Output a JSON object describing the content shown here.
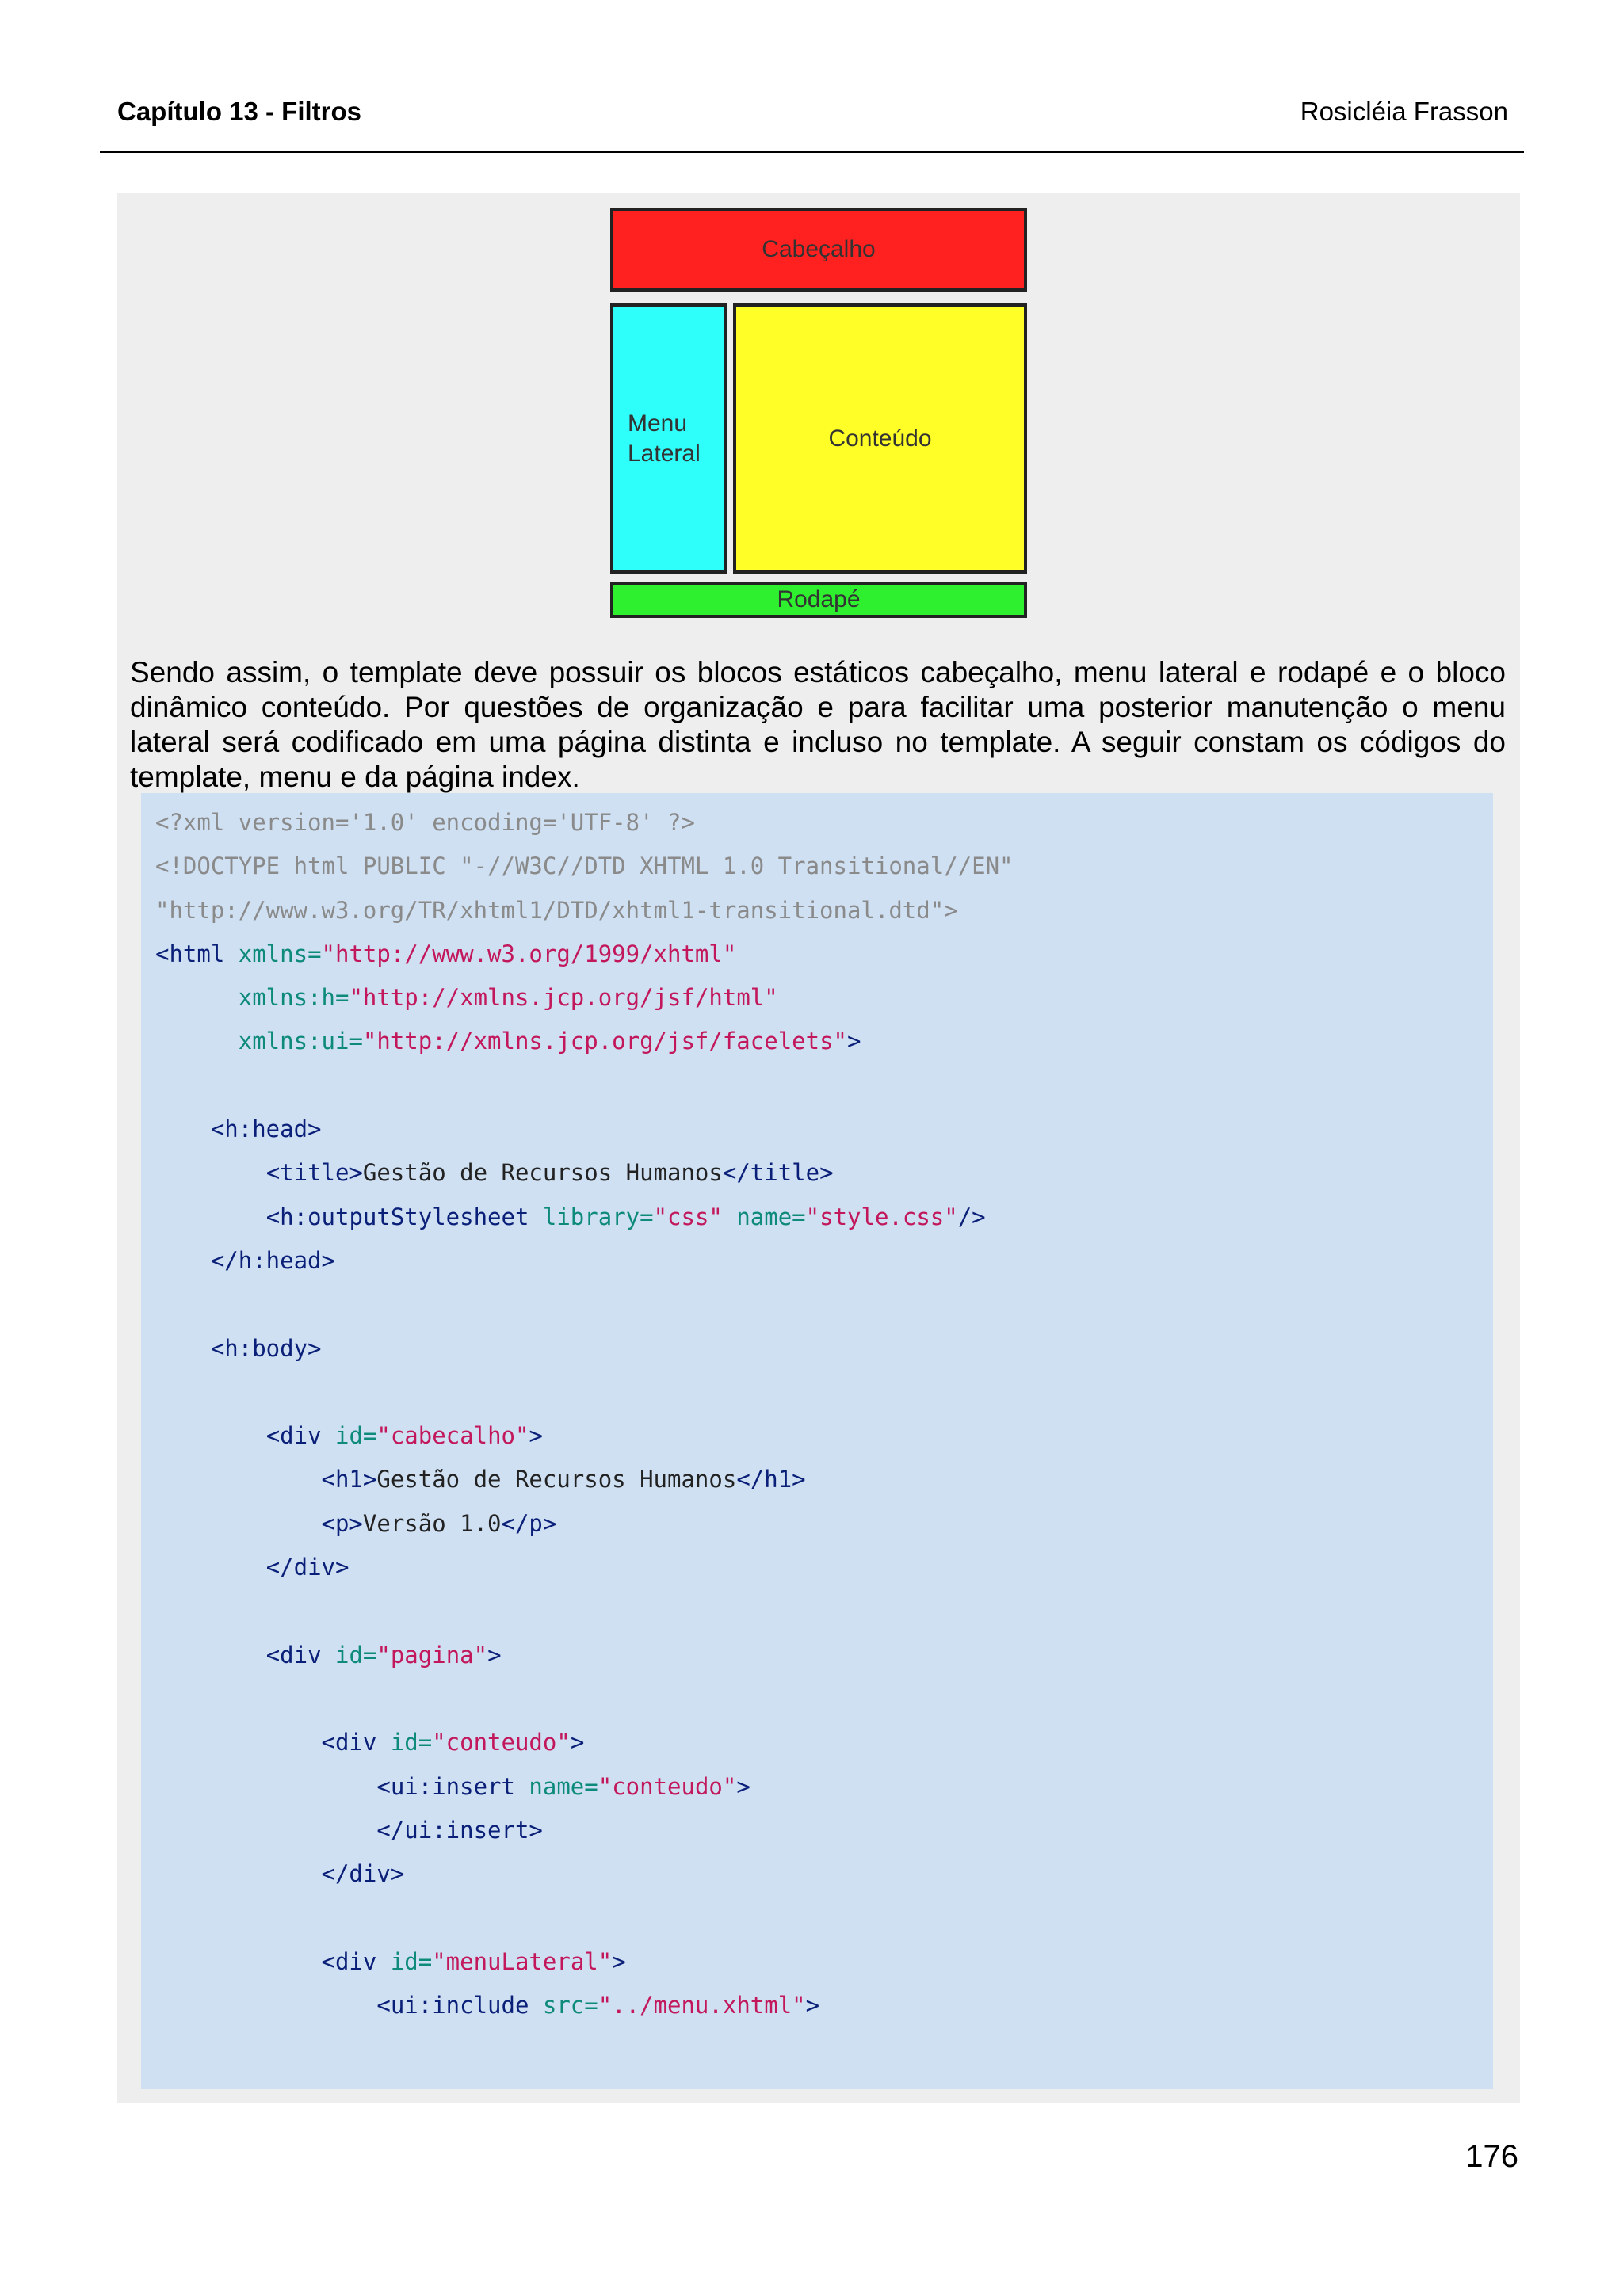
{
  "header": {
    "chapter": "Capítulo 13 - Filtros",
    "author": "Rosicléia Frasson"
  },
  "diagram": {
    "header_label": "Cabeçalho",
    "menu_label_line1": "Menu",
    "menu_label_line2": "Lateral",
    "content_label": "Conteúdo",
    "footer_label": "Rodapé"
  },
  "intro_text": "Sendo assim, o template deve possuir os blocos estáticos cabeçalho, menu lateral e rodapé e o bloco dinâmico conteúdo. Por questões de organização e para facilitar uma posterior manutenção o menu lateral será codificado em uma página distinta e incluso no template. A seguir constam os códigos do template, menu e da página index.",
  "code_lines": [
    [
      [
        "gray",
        "<?xml version='1.0' encoding='UTF-8' ?>"
      ]
    ],
    [
      [
        "gray",
        "<!DOCTYPE html PUBLIC \"-//W3C//DTD XHTML 1.0 Transitional//EN\""
      ]
    ],
    [
      [
        "gray",
        "\"http://www.w3.org/TR/xhtml1/DTD/xhtml1-transitional.dtd\">"
      ]
    ],
    [
      [
        "tag",
        "<html "
      ],
      [
        "attr",
        "xmlns="
      ],
      [
        "str",
        "\"http://www.w3.org/1999/xhtml\""
      ]
    ],
    [
      [
        "text",
        "      "
      ],
      [
        "attr",
        "xmlns:h="
      ],
      [
        "str",
        "\"http://xmlns.jcp.org/jsf/html\""
      ]
    ],
    [
      [
        "text",
        "      "
      ],
      [
        "attr",
        "xmlns:ui="
      ],
      [
        "str",
        "\"http://xmlns.jcp.org/jsf/facelets\""
      ],
      [
        "tag",
        ">"
      ]
    ],
    [],
    [
      [
        "text",
        "    "
      ],
      [
        "tag",
        "<h:head>"
      ]
    ],
    [
      [
        "text",
        "        "
      ],
      [
        "tag",
        "<title>"
      ],
      [
        "text",
        "Gestão de Recursos Humanos"
      ],
      [
        "tag",
        "</title>"
      ]
    ],
    [
      [
        "text",
        "        "
      ],
      [
        "tag",
        "<h:outputStylesheet "
      ],
      [
        "attr",
        "library="
      ],
      [
        "str",
        "\"css\" "
      ],
      [
        "attr",
        "name="
      ],
      [
        "str",
        "\"style.css\""
      ],
      [
        "tag",
        "/>"
      ]
    ],
    [
      [
        "text",
        "    "
      ],
      [
        "tag",
        "</h:head>"
      ]
    ],
    [],
    [
      [
        "text",
        "    "
      ],
      [
        "tag",
        "<h:body>"
      ]
    ],
    [],
    [
      [
        "text",
        "        "
      ],
      [
        "tag",
        "<div "
      ],
      [
        "attr",
        "id="
      ],
      [
        "str",
        "\"cabecalho\""
      ],
      [
        "tag",
        ">"
      ]
    ],
    [
      [
        "text",
        "            "
      ],
      [
        "tag",
        "<h1>"
      ],
      [
        "text",
        "Gestão de Recursos Humanos"
      ],
      [
        "tag",
        "</h1>"
      ]
    ],
    [
      [
        "text",
        "            "
      ],
      [
        "tag",
        "<p>"
      ],
      [
        "text",
        "Versão 1.0"
      ],
      [
        "tag",
        "</p>"
      ]
    ],
    [
      [
        "text",
        "        "
      ],
      [
        "tag",
        "</div>"
      ]
    ],
    [],
    [
      [
        "text",
        "        "
      ],
      [
        "tag",
        "<div "
      ],
      [
        "attr",
        "id="
      ],
      [
        "str",
        "\"pagina\""
      ],
      [
        "tag",
        ">"
      ]
    ],
    [],
    [
      [
        "text",
        "            "
      ],
      [
        "tag",
        "<div "
      ],
      [
        "attr",
        "id="
      ],
      [
        "str",
        "\"conteudo\""
      ],
      [
        "tag",
        ">"
      ]
    ],
    [
      [
        "text",
        "                "
      ],
      [
        "tag",
        "<ui:insert "
      ],
      [
        "attr",
        "name="
      ],
      [
        "str",
        "\"conteudo\""
      ],
      [
        "tag",
        ">"
      ]
    ],
    [
      [
        "text",
        "                "
      ],
      [
        "tag",
        "</ui:insert>"
      ]
    ],
    [
      [
        "text",
        "            "
      ],
      [
        "tag",
        "</div>"
      ]
    ],
    [],
    [
      [
        "text",
        "            "
      ],
      [
        "tag",
        "<div "
      ],
      [
        "attr",
        "id="
      ],
      [
        "str",
        "\"menuLateral\""
      ],
      [
        "tag",
        ">"
      ]
    ],
    [
      [
        "text",
        "                "
      ],
      [
        "tag",
        "<ui:include "
      ],
      [
        "attr",
        "src="
      ],
      [
        "str",
        "\"../menu.xhtml\""
      ],
      [
        "tag",
        ">"
      ]
    ]
  ],
  "page_number": "176"
}
